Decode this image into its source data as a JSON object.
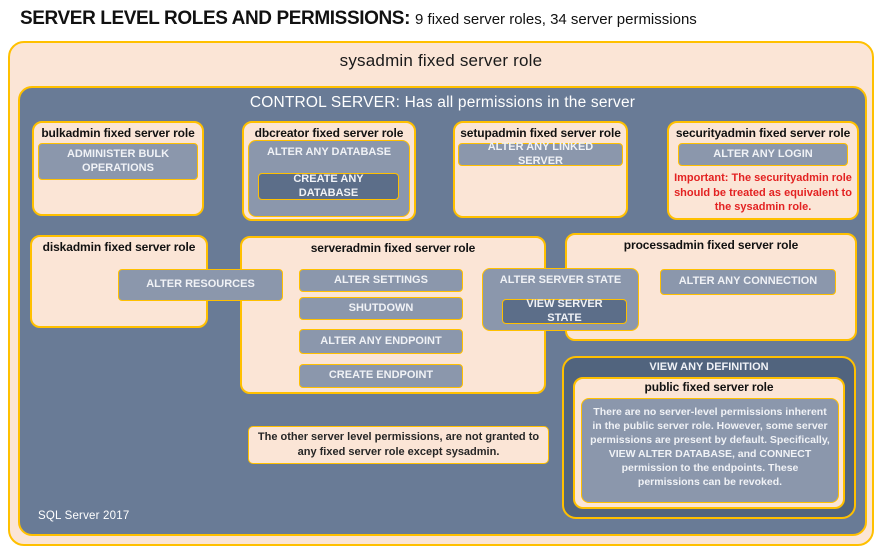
{
  "title": {
    "main": "SERVER LEVEL ROLES AND PERMISSIONS:",
    "sub": "9 fixed server roles, 34 server permissions"
  },
  "colors": {
    "accent_gold": "#FFC000",
    "slate_background": "#697B96",
    "permission_fill": "#8B97AC",
    "permission_dark_fill": "#5C6E89",
    "public_outer_fill": "#51647E",
    "peach_fill": "#FBE5D6",
    "warning_red": "#E32222"
  },
  "sysadmin": {
    "label": "sysadmin fixed server role"
  },
  "control": {
    "label": "CONTROL SERVER: Has all permissions in the server",
    "footer": "SQL Server 2017"
  },
  "roles": {
    "bulkadmin": {
      "title": "bulkadmin fixed server role",
      "permission": "ADMINISTER BULK OPERATIONS"
    },
    "dbcreator": {
      "title": "dbcreator fixed server role",
      "permission": "ALTER ANY DATABASE",
      "nested_permission": "CREATE ANY DATABASE"
    },
    "setupadmin": {
      "title": "setupadmin fixed server role",
      "permission": "ALTER ANY LINKED SERVER"
    },
    "securityadmin": {
      "title": "securityadmin fixed server role",
      "permission": "ALTER ANY LOGIN",
      "warning": "Important: The securityadmin role should be treated as equivalent to the sysadmin role."
    },
    "diskadmin": {
      "title": "diskadmin fixed server role",
      "permission": "ALTER RESOURCES"
    },
    "serveradmin": {
      "title": "serveradmin fixed server role",
      "permissions": [
        "ALTER SETTINGS",
        "SHUTDOWN",
        "ALTER ANY ENDPOINT",
        "CREATE ENDPOINT"
      ]
    },
    "server_state": {
      "permission": "ALTER SERVER STATE",
      "nested_permission": "VIEW SERVER STATE"
    },
    "processadmin": {
      "title": "processadmin fixed server role",
      "permission": "ALTER ANY CONNECTION"
    },
    "public": {
      "outer_permission": "VIEW ANY DEFINITION",
      "title": "public fixed server role",
      "note": "There are no server-level permissions inherent in the public server role. However, some server permissions are present by default. Specifically, VIEW ALTER DATABASE, and CONNECT permission to the endpoints. These permissions can be revoked."
    }
  },
  "notes": {
    "other_permissions": "The other server level permissions, are not granted to any fixed server role except sysadmin."
  }
}
